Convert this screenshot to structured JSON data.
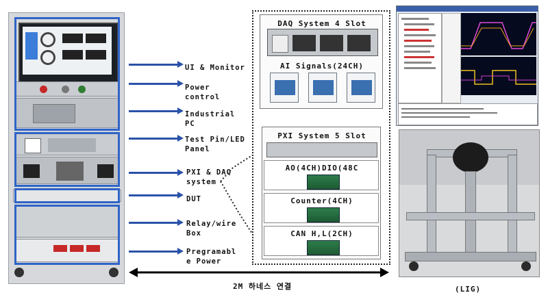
{
  "rack_labels": [
    {
      "text": "UI & Monitor"
    },
    {
      "text": "Power\ncontrol"
    },
    {
      "text": "Industrial\nPC"
    },
    {
      "text": "Test Pin/LED\nPanel"
    },
    {
      "text": "PXI & DAQ\nsystem"
    },
    {
      "text": "DUT"
    },
    {
      "text": "Relay/wire\nBox"
    },
    {
      "text": "Pregramabl\ne Power"
    }
  ],
  "daq": {
    "title": "DAQ System 4 Slot",
    "ai_label": "AI Signals(24CH)"
  },
  "pxi": {
    "title": "PXI System 5 Slot",
    "modules": [
      "AO(4CH)DIO(48C",
      "Counter(4CH)",
      "CAN H,L(2CH)"
    ]
  },
  "harness_label": "2M 하네스 연결",
  "fixture_caption": "(LIG)",
  "colors": {
    "accent_blue": "#2f64c8",
    "arrow_blue": "#2a52a8",
    "card_green": "#2e7d4a"
  }
}
